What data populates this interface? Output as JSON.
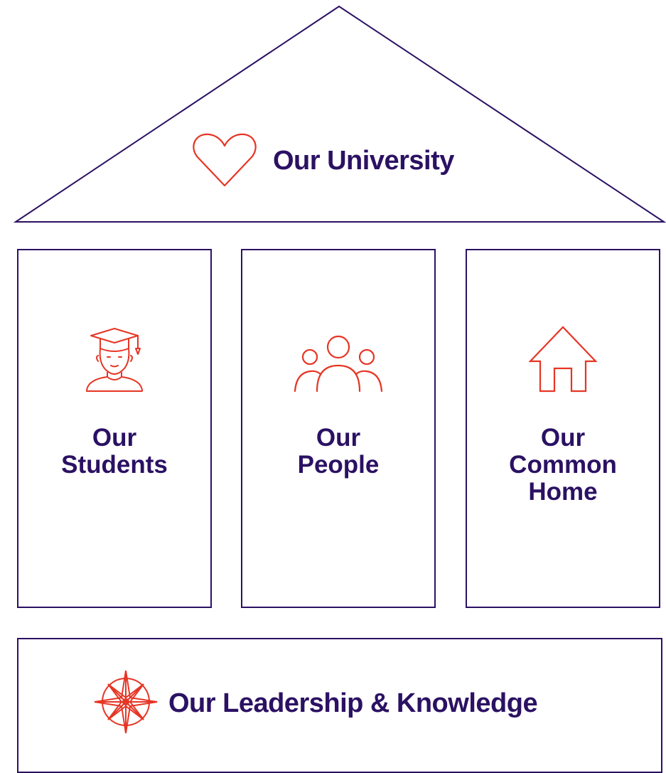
{
  "colors": {
    "primary": "#2b1163",
    "accent": "#e63524"
  },
  "roof": {
    "title": "Our University",
    "icon": "heart-icon"
  },
  "pillars": [
    {
      "line1": "Our",
      "line2": "Students",
      "line3": "",
      "icon": "graduate-icon"
    },
    {
      "line1": "Our",
      "line2": "People",
      "line3": "",
      "icon": "people-group-icon"
    },
    {
      "line1": "Our",
      "line2": "Common",
      "line3": "Home",
      "icon": "house-icon"
    }
  ],
  "foundation": {
    "title": "Our Leadership & Knowledge",
    "icon": "compass-icon"
  }
}
